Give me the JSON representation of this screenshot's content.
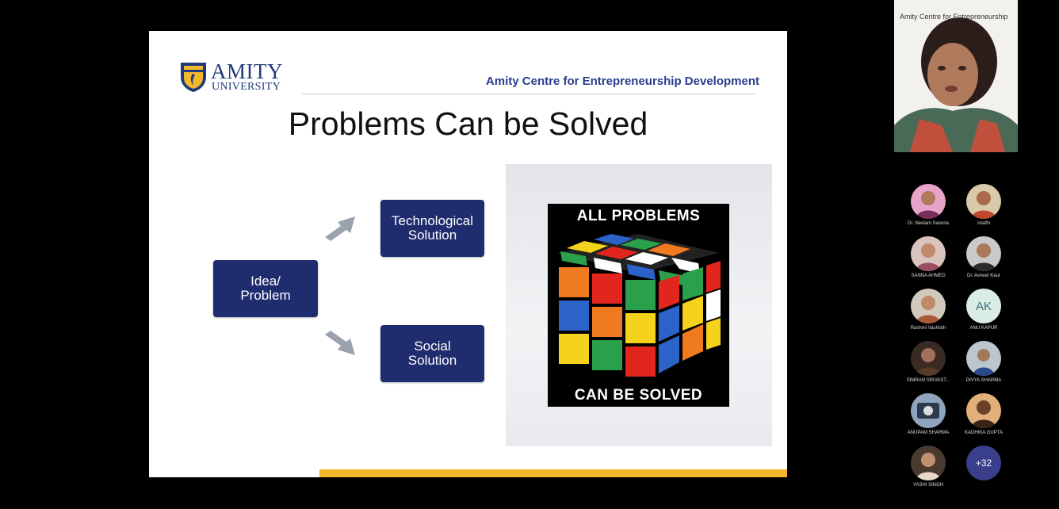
{
  "slide": {
    "logo_name": "AMITY",
    "logo_sub": "UNIVERSITY",
    "centre_name": "Amity Centre for Entrepreneurship Development",
    "title": "Problems Can be Solved",
    "diagram": {
      "idea": "Idea/\nProblem",
      "tech": "Technological\nSolution",
      "social": "Social\nSolution"
    },
    "poster": {
      "top": "ALL PROBLEMS",
      "bottom": "CAN BE SOLVED"
    },
    "colors": {
      "box": "#1f2c6d",
      "bar": "#f2b72a"
    }
  },
  "video": {
    "caption": "Amity Centre for Entrepreneurship"
  },
  "participants": [
    {
      "name": "Dr. Neelam Saxena",
      "initials": ""
    },
    {
      "name": "sriatfo",
      "initials": ""
    },
    {
      "name": "SANNA AHMED",
      "initials": ""
    },
    {
      "name": "Dr. Avneet Kaur",
      "initials": ""
    },
    {
      "name": "Rashmi Vashisth",
      "initials": ""
    },
    {
      "name": "ANU KAPUR",
      "initials": "AK"
    },
    {
      "name": "SIMRAN SRIVAST...",
      "initials": ""
    },
    {
      "name": "DIVYA SHARMA",
      "initials": ""
    },
    {
      "name": "ANUPAM SHARMA",
      "initials": ""
    },
    {
      "name": "KADHIKA GUPTA",
      "initials": ""
    },
    {
      "name": "YASHI SINGH",
      "initials": ""
    },
    {
      "name": "",
      "initials": "+32"
    }
  ]
}
